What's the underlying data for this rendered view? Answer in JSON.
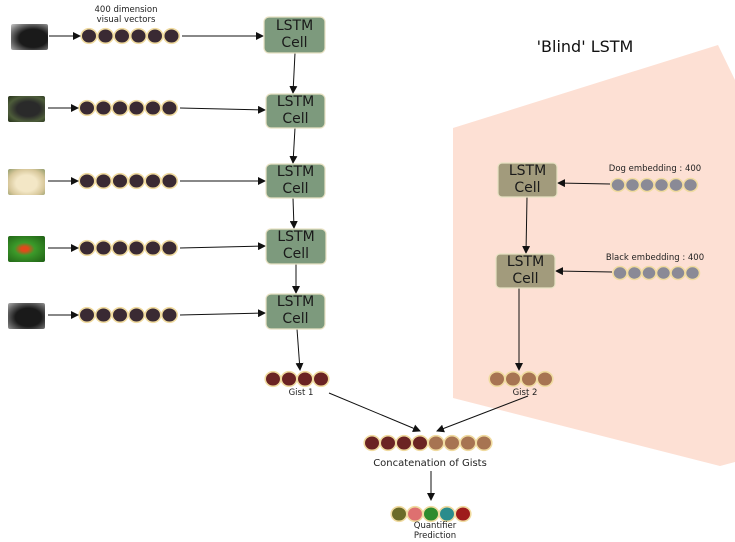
{
  "diagram": {
    "vector_label": "400 dimension\nvisual vectors",
    "lstm_label": "LSTM\nCell",
    "blind_title": "'Blind' LSTM",
    "dog_embedding_label": "Dog embedding : 400",
    "black_embedding_label": "Black embedding : 400",
    "gist1_label": "Gist 1",
    "gist2_label": "Gist 2",
    "concat_label": "Concatenation of Gists",
    "quantifier_label": "Quantifier\nPrediction",
    "images": [
      "black-dog-icon",
      "dog-with-toy-icon",
      "puppy-icon",
      "green-frog-icon",
      "black-dog-icon"
    ],
    "colors": {
      "visual_node": "#3a2a33",
      "node_outline": "#f0dba0",
      "lstm_green": "#7d9a7d",
      "lstm_brown": "#a29b7c",
      "embedding_node": "#8a8a96",
      "gist1_node": "#6b2323",
      "gist2_node": "#a77452",
      "blind_panel": "#fde0d4",
      "quantifier_nodes": [
        "#6b6b28",
        "#de7070",
        "#2e8b2e",
        "#2a8c8c",
        "#9e1c1c"
      ]
    }
  }
}
